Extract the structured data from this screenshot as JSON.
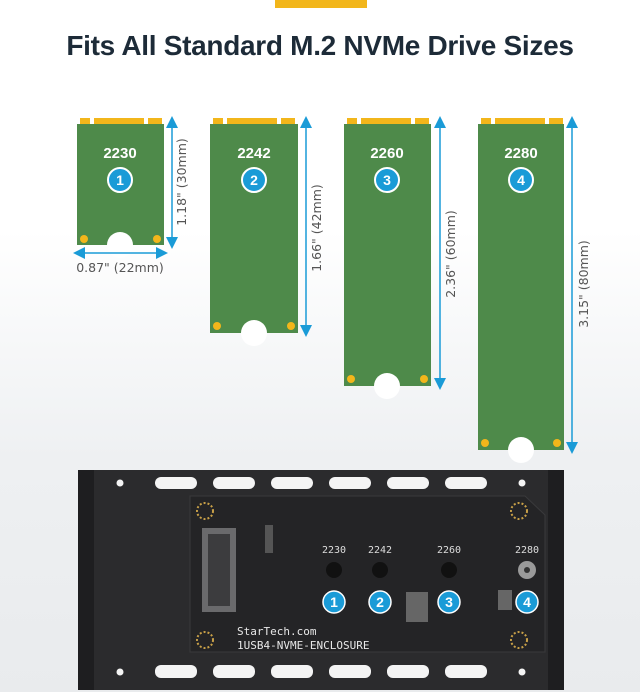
{
  "title": "Fits All Standard M.2 NVMe Drive Sizes",
  "colors": {
    "accent": "#f2b61b",
    "pcb_green": "#4e8a4a",
    "badge_blue": "#1a9bd7",
    "dimension_arrow": "#1a9bd7",
    "tray": "#2b2b2d"
  },
  "drives": [
    {
      "size": "2230",
      "badge": "1",
      "length": "1.18\" (30mm)"
    },
    {
      "size": "2242",
      "badge": "2",
      "length": "1.66\" (42mm)"
    },
    {
      "size": "2260",
      "badge": "3",
      "length": "2.36\" (60mm)"
    },
    {
      "size": "2280",
      "badge": "4",
      "length": "3.15\" (80mm)"
    }
  ],
  "width_label": "0.87\" (22mm)",
  "enclosure": {
    "brand": "StarTech.com",
    "model": "1USB4-NVME-ENCLOSURE",
    "slots": [
      "2230",
      "2242",
      "2260",
      "2280"
    ],
    "badges": [
      "1",
      "2",
      "3",
      "4"
    ]
  }
}
